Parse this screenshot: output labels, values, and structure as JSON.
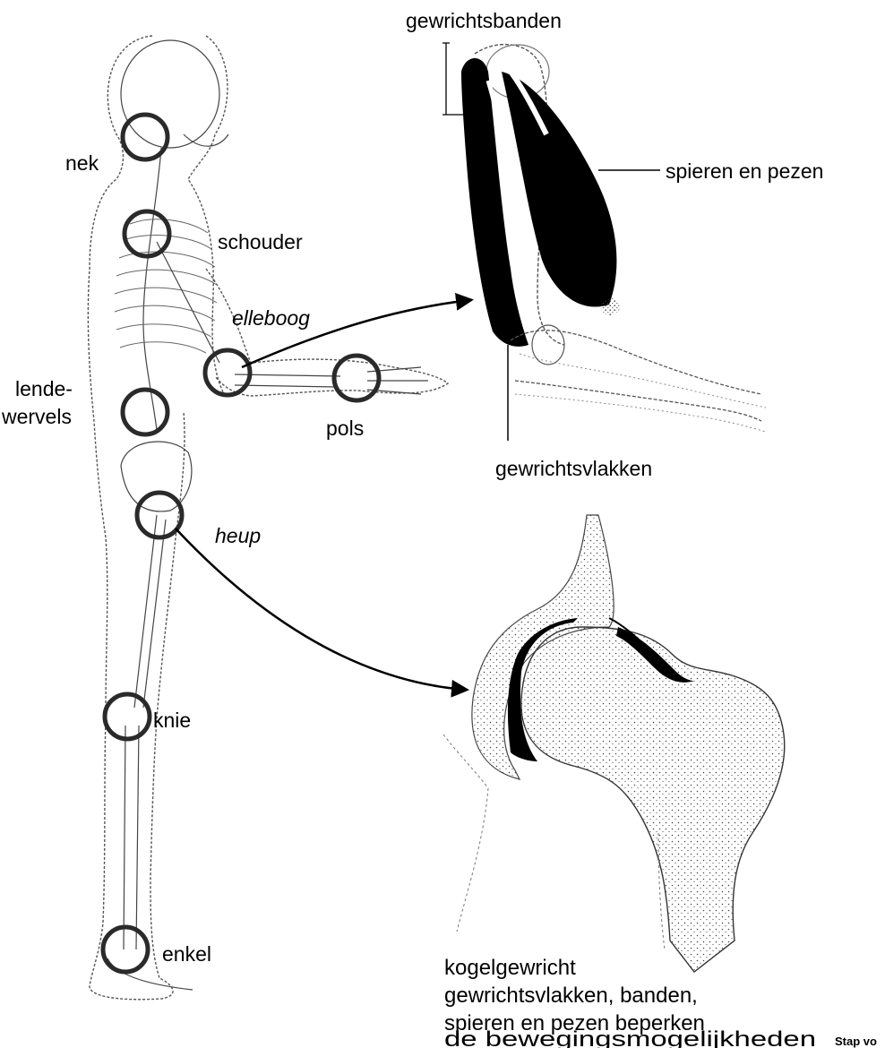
{
  "labels": {
    "nek": "nek",
    "schouder": "schouder",
    "elleboog": "elleboog",
    "lende_line1": "lende-",
    "lende_line2": "wervels",
    "pols": "pols",
    "heup": "heup",
    "knie": "knie",
    "enkel": "enkel",
    "gewrichtsbanden": "gewrichtsbanden",
    "spieren_en_pezen": "spieren en pezen",
    "gewrichtsvlakken": "gewrichtsvlakken",
    "caption_line1": "kogelgewricht",
    "caption_line2": "gewrichtsvlakken, banden,",
    "caption_line3": "spieren en pezen beperken",
    "caption_line4": "de bewegingsmogelijkheden",
    "footer_fragment": "Stap vo"
  },
  "colors": {
    "ink": "#000000",
    "paper": "#ffffff",
    "joint_ring": "#2a2a2a",
    "sketch": "#555555"
  }
}
